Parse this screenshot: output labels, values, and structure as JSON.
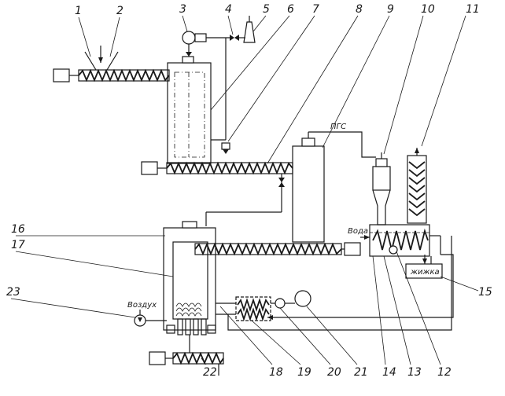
{
  "labels": {
    "pgs": "ПГС",
    "voda": "Вода",
    "vozdukh": "Воздух",
    "zhizhka": "жижка"
  },
  "callouts": [
    "1",
    "2",
    "3",
    "4",
    "5",
    "6",
    "7",
    "8",
    "9",
    "10",
    "11",
    "12",
    "13",
    "14",
    "15",
    "16",
    "17",
    "18",
    "19",
    "20",
    "21",
    "22",
    "23"
  ]
}
